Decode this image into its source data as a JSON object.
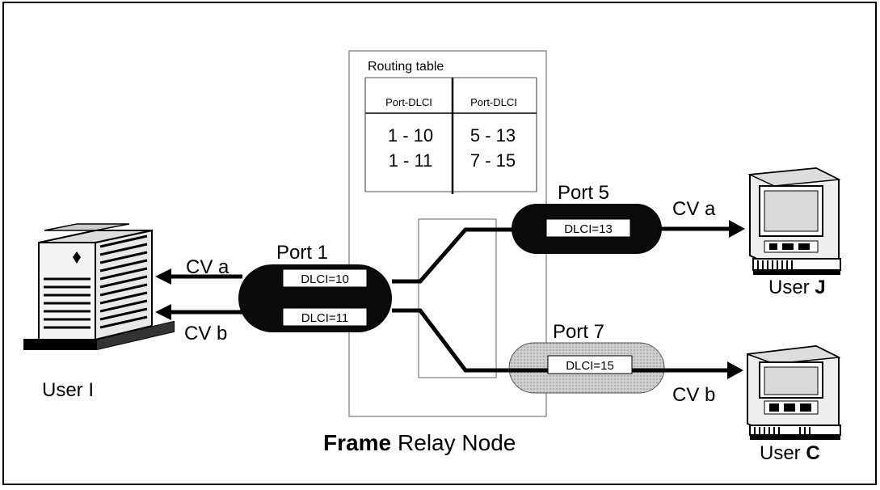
{
  "routing_table": {
    "title": "Routing table",
    "headers": [
      "Port-DLCI",
      "Port-DLCI"
    ],
    "rows": [
      [
        "1 - 10",
        "5 - 13"
      ],
      [
        "1 - 11",
        "7 - 15"
      ]
    ]
  },
  "node": {
    "title_bold": "Frame",
    "title_rest": "Relay Node"
  },
  "ports": {
    "port1": {
      "label": "Port 1",
      "dlci_top": "DLCI=10",
      "dlci_bottom": "DLCI=11"
    },
    "port5": {
      "label": "Port 5",
      "dlci": "DLCI=13"
    },
    "port7": {
      "label": "Port 7",
      "dlci": "DLCI=15"
    }
  },
  "connections": {
    "left_a": "CV a",
    "left_b": "CV b",
    "right_a": "CV a",
    "right_b": "CV b"
  },
  "users": {
    "user_i": "User I",
    "user_j_prefix": "User",
    "user_j_letter": "J",
    "user_c_prefix": "User",
    "user_c_letter": "C"
  },
  "colors": {
    "ink": "#000000",
    "dark_oval": "#0a0a0a",
    "light_oval": "#c8c8c8",
    "screen": "#d9d9d9"
  }
}
